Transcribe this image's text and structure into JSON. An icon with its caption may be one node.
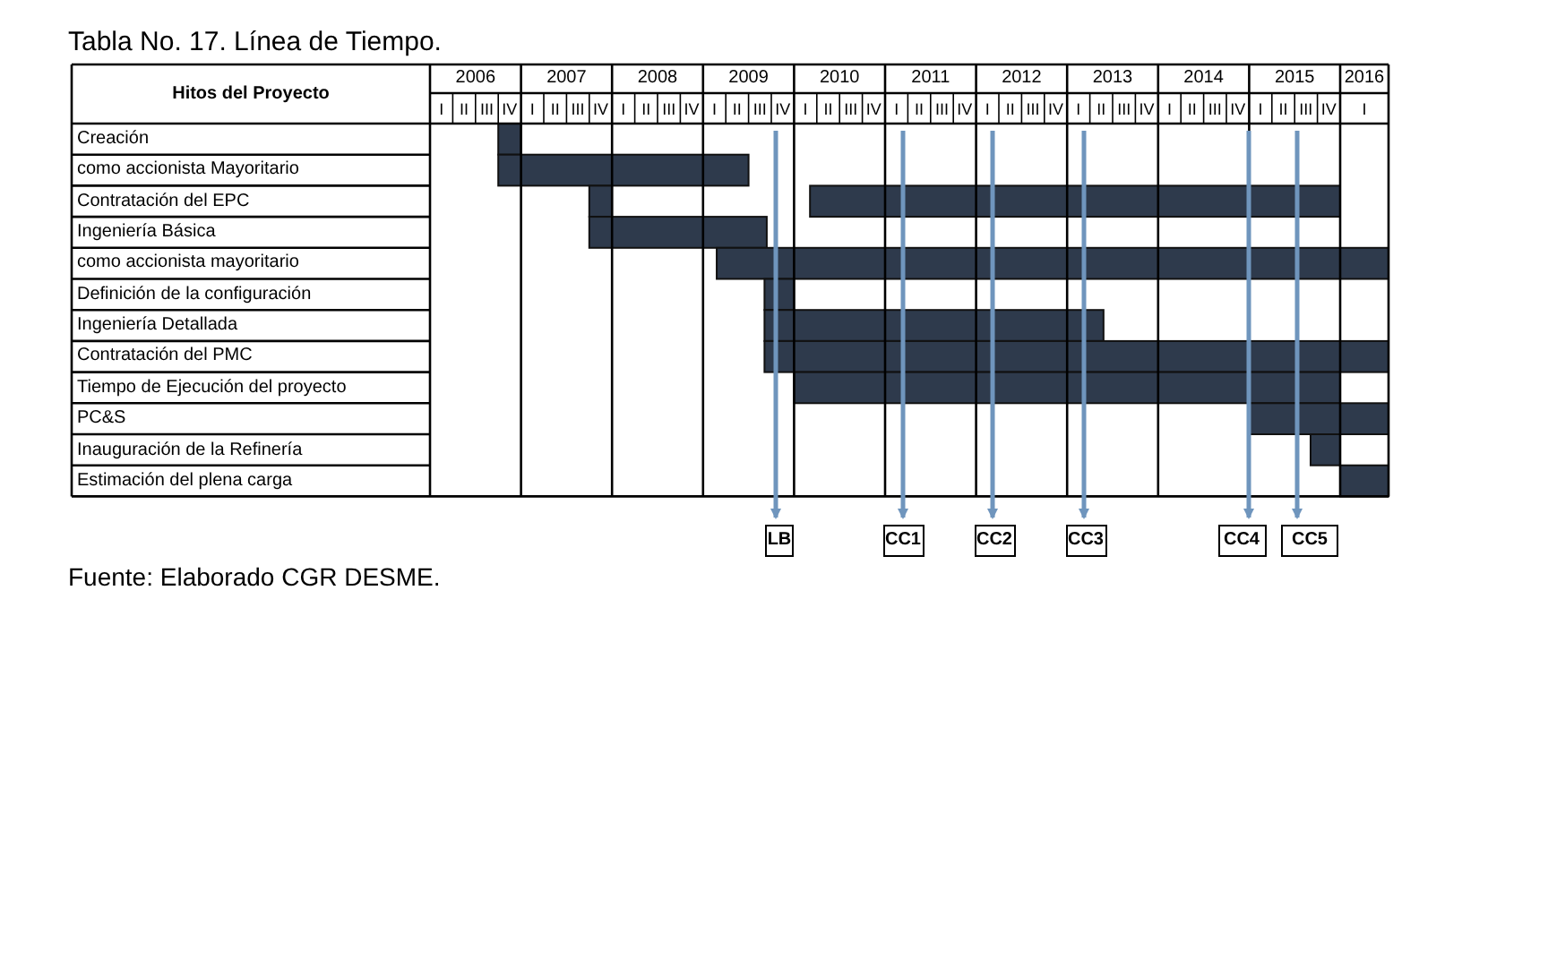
{
  "diagram": {
    "title": "Tabla No. 17. Línea de Tiempo.",
    "caption": "Fuente: Elaborado CGR DESME.",
    "nodes": [
      {
        "text": [],
        "shape": "bar"
      },
      {
        "text": [],
        "shape": "bar"
      },
      {
        "text": [],
        "shape": "bar"
      },
      {
        "text": [],
        "shape": "bar"
      },
      {
        "text": [],
        "shape": "bar"
      },
      {
        "text": [],
        "shape": "bar"
      },
      {
        "text": [],
        "shape": "bar"
      },
      {
        "text": [],
        "shape": "bar"
      },
      {
        "text": [],
        "shape": "bar"
      },
      {
        "text": [],
        "shape": "bar"
      },
      {
        "text": [],
        "shape": "bar"
      },
      {
        "text": [],
        "shape": "bar"
      },
      {
        "text": [],
        "shape": "bar"
      },
      {
        "text": [
          "LB"
        ]
      },
      {
        "text": [
          "CC1"
        ]
      },
      {
        "text": [
          "CC2"
        ]
      },
      {
        "text": [
          "CC3"
        ]
      },
      {
        "text": [
          "CC4"
        ]
      },
      {
        "text": [
          "CC5"
        ]
      }
    ],
    "edges": [
      {
        "from": null,
        "to": 13,
        "arrow": "to"
      },
      {
        "from": null,
        "to": 14,
        "arrow": "to"
      },
      {
        "from": null,
        "to": 15,
        "arrow": "to"
      },
      {
        "from": null,
        "to": 16,
        "arrow": "to"
      },
      {
        "from": null,
        "to": 17,
        "arrow": "to"
      },
      {
        "from": null,
        "to": 18,
        "arrow": "to"
      }
    ],
    "labels": [
      "Hitos del Proyecto",
      "2006",
      "2007",
      "2008",
      "2009",
      "2010",
      "2011",
      "2012",
      "2013",
      "2014",
      "2015",
      "2016",
      "I",
      "II",
      "III",
      "IV",
      "I",
      "II",
      "III",
      "IV",
      "I",
      "II",
      "III",
      "IV",
      "I",
      "II",
      "III",
      "IV",
      "I",
      "II",
      "III",
      "IV",
      "I",
      "II",
      "III",
      "IV",
      "I",
      "II",
      "III",
      "IV",
      "I",
      "II",
      "III",
      "IV",
      "I",
      "II",
      "III",
      "IV",
      "I",
      "II",
      "III",
      "IV",
      "I",
      "Creación",
      "como accionista Mayoritario",
      "Contratación del EPC",
      "Ingeniería Básica",
      "como accionista mayoritario",
      "Definición de la configuración",
      "Ingeniería Detallada",
      "Contratación del PMC",
      "Tiempo de Ejecución del proyecto",
      "PC&S",
      "Inauguración de la Refinería",
      "Estimación del plena carga"
    ]
  }
}
